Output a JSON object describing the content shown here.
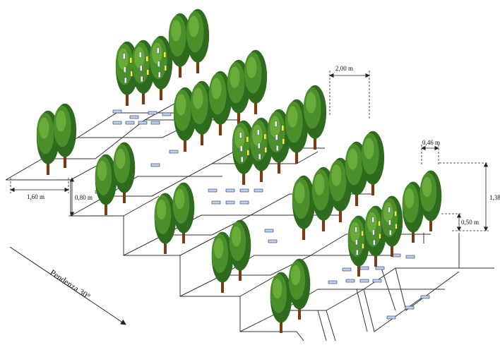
{
  "dimensions": {
    "row_spacing": "2,00 m",
    "tree_gap": "0,46 m",
    "total_height": "1,38",
    "terrace_width": "1,60 m",
    "terrace_height": "0,80 m",
    "bank_height": "0,50 m"
  },
  "slope_label": "Pendenza 30°",
  "colors": {
    "foliage_dark": "#2f6b1e",
    "foliage_mid": "#4a8f2a",
    "foliage_light": "#6fb23c",
    "trunk": "#7a3b12",
    "tag_yellow": "#f2ef3a",
    "tag_white": "#eef4ff",
    "tag_blue": "#b9d3ee",
    "line": "#222222"
  }
}
